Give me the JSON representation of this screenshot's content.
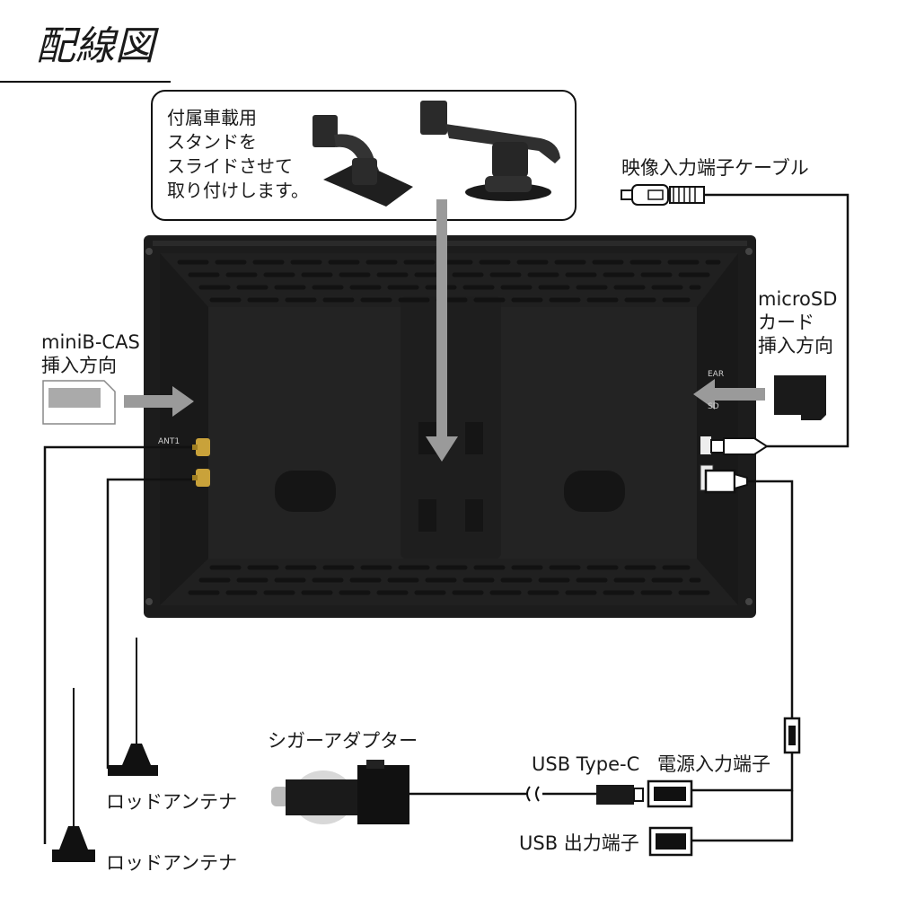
{
  "title": "配線図",
  "stand_note": {
    "lines": [
      "付属車載用",
      "スタンドを",
      "スライドさせて",
      "取り付けします。"
    ]
  },
  "labels": {
    "video_cable": "映像入力端子ケーブル",
    "microsd": [
      "microSD",
      "カード",
      "挿入方向"
    ],
    "minibcas": [
      "miniB-CAS",
      "挿入方向"
    ],
    "cigar_adapter": "シガーアダプター",
    "usb_typec": "USB Type-C",
    "power_input": "電源入力端子",
    "usb_output": "USB 出力端子",
    "rod_antenna_1": "ロッドアンテナ",
    "rod_antenna_2": "ロッドアンテナ"
  },
  "device_labels": {
    "ear": "EAR",
    "sd": "SD",
    "ant1": "ANT1"
  },
  "colors": {
    "device": "#1c1c1c",
    "device_inner": "#252525",
    "arrow": "#9a9a9a",
    "wire": "#111111"
  }
}
